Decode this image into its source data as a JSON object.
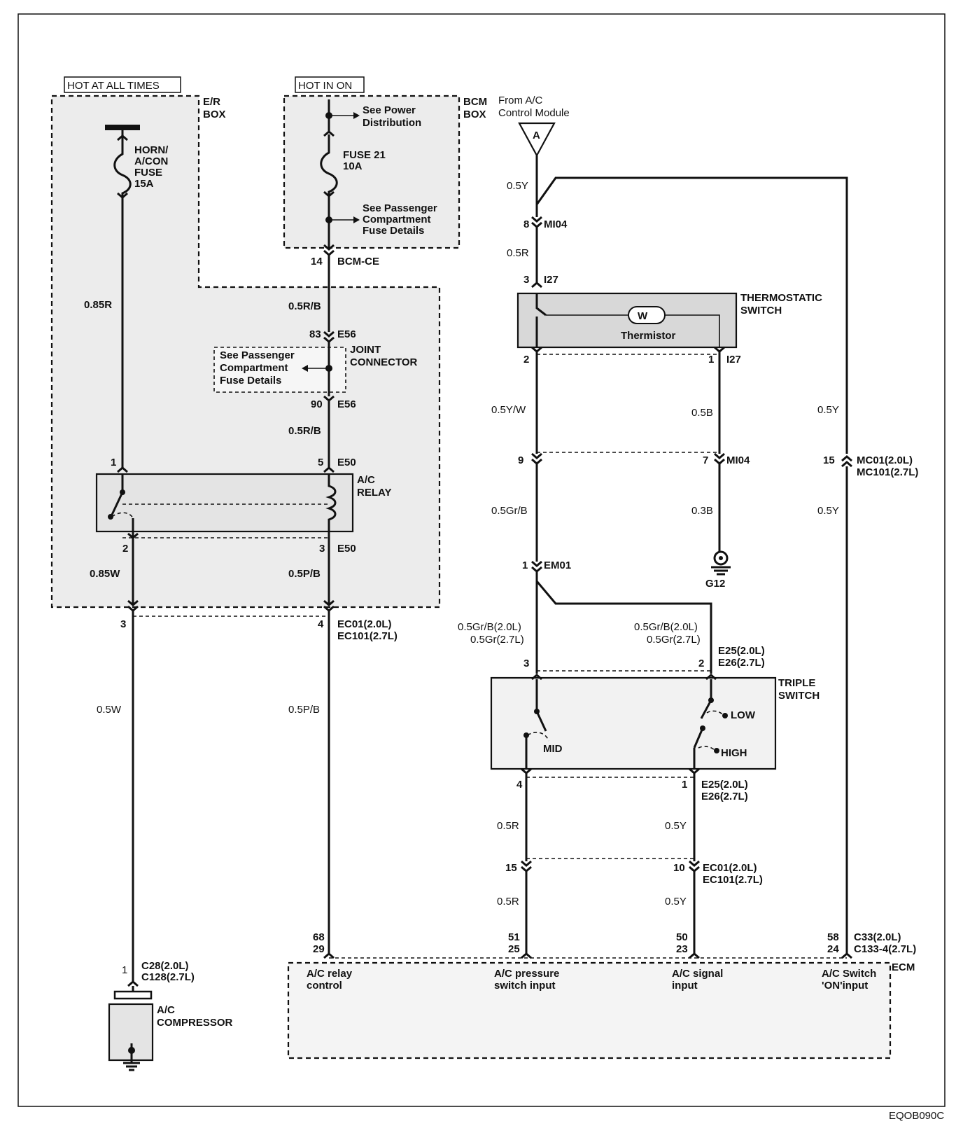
{
  "headers": {
    "hot_at_all_times": "HOT AT ALL TIMES",
    "hot_in_on": "HOT IN ON"
  },
  "boxes": {
    "er_box_1": "E/R",
    "er_box_2": "BOX",
    "bcm_box_1": "BCM",
    "bcm_box_2": "BOX",
    "joint_connector_1": "JOINT",
    "joint_connector_2": "CONNECTOR",
    "ac_relay_1": "A/C",
    "ac_relay_2": "RELAY",
    "thermostatic_1": "THERMOSTATIC",
    "thermostatic_2": "SWITCH",
    "thermistor": "Thermistor",
    "triple_1": "TRIPLE",
    "triple_2": "SWITCH",
    "low": "LOW",
    "mid": "MID",
    "high": "HIGH",
    "compressor_1": "A/C",
    "compressor_2": "COMPRESSOR",
    "ecm": "ECM"
  },
  "fuses": {
    "horn_1": "HORN/",
    "horn_2": "A/CON",
    "horn_3": "FUSE",
    "horn_4": "15A",
    "fuse21_1": "FUSE 21",
    "fuse21_2": "10A"
  },
  "notes": {
    "see_power_1": "See Power",
    "see_power_2": "Distribution",
    "see_pass_a1": "See Passenger",
    "see_pass_a2": "Compartment",
    "see_pass_a3": "Fuse Details",
    "see_pass_b1": "See Passenger",
    "see_pass_b2": "Compartment",
    "see_pass_b3": "Fuse Details",
    "from_ac_1": "From A/C",
    "from_ac_2": "Control Module",
    "conn_a": "A"
  },
  "wires": {
    "w085r": "0.85R",
    "w05rb_1": "0.5R/B",
    "w05rb_2": "0.5R/B",
    "w085w": "0.85W",
    "w05pb_1": "0.5P/B",
    "w05w": "0.5W",
    "w05pb_2": "0.5P/B",
    "w05y_1": "0.5Y",
    "w05r_1": "0.5R",
    "w05yw": "0.5Y/W",
    "w05b": "0.5B",
    "w05grb": "0.5Gr/B",
    "w03b": "0.3B",
    "w05y_r1": "0.5Y",
    "w05y_r2": "0.5Y",
    "w05grb_20_l": "0.5Gr/B(2.0L)",
    "w05gr_27_l": "0.5Gr(2.7L)",
    "w05grb_20_r": "0.5Gr/B(2.0L)",
    "w05gr_27_r": "0.5Gr(2.7L)",
    "w05r_2": "0.5R",
    "w05y_3": "0.5Y",
    "w05r_3": "0.5R",
    "w05y_4": "0.5Y"
  },
  "connectors": {
    "bcm_ce": "BCM-CE",
    "e56_a": "E56",
    "e56_b": "E56",
    "e50_a": "E50",
    "e50_b": "E50",
    "ec01_a": "EC01(2.0L)",
    "ec101_a": "EC101(2.7L)",
    "mi04_a": "MI04",
    "i27_a": "I27",
    "i27_b": "I27",
    "mi04_b": "MI04",
    "mc01": "MC01(2.0L)",
    "mc101": "MC101(2.7L)",
    "em01": "EM01",
    "g12": "G12",
    "e25_a": "E25(2.0L)",
    "e26_a": "E26(2.7L)",
    "e25_b": "E25(2.0L)",
    "e26_b": "E26(2.7L)",
    "ec01_b": "EC01(2.0L)",
    "ec101_b": "EC101(2.7L)",
    "c33": "C33(2.0L)",
    "c133": "C133-4(2.7L)",
    "c28": "C28(2.0L)",
    "c128": "C128(2.7L)"
  },
  "pins": {
    "p14": "14",
    "p83": "83",
    "p90": "90",
    "p1_relay": "1",
    "p5_relay": "5",
    "p2_relay": "2",
    "p3_relay": "3",
    "p3_ec": "3",
    "p4_ec": "4",
    "p8": "8",
    "p3_i27": "3",
    "p2_i27": "2",
    "p1_i27": "1",
    "p9": "9",
    "p7": "7",
    "p15_mc": "15",
    "p1_em": "1",
    "p3_ts": "3",
    "p2_ts": "2",
    "p4_ts": "4",
    "p1_ts": "1",
    "p15_ec": "15",
    "p10_ec": "10",
    "p68": "68",
    "p29": "29",
    "p51": "51",
    "p25": "25",
    "p50": "50",
    "p23": "23",
    "p58": "58",
    "p24": "24",
    "p1_comp": "1"
  },
  "ecm_inputs": {
    "relay_1": "A/C relay",
    "relay_2": "control",
    "pressure_1": "A/C pressure",
    "pressure_2": "switch input",
    "signal_1": "A/C signal",
    "signal_2": "input",
    "switch_1": "A/C Switch",
    "switch_2": "'ON'input"
  },
  "footer": {
    "code": "EQOB090C"
  }
}
